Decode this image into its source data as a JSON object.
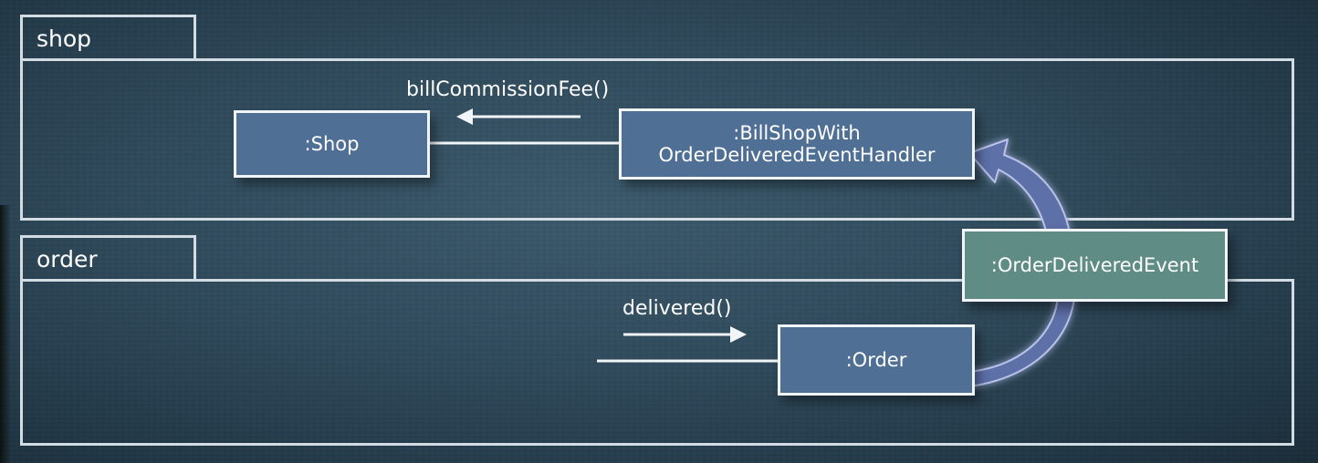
{
  "packages": {
    "shop": {
      "label": "shop"
    },
    "order": {
      "label": "order"
    }
  },
  "objects": {
    "shop": {
      "label": ":Shop"
    },
    "handler": {
      "line1": ":BillShopWith",
      "line2": "OrderDeliveredEventHandler"
    },
    "order": {
      "label": ":Order"
    },
    "event": {
      "label": ":OrderDeliveredEvent"
    }
  },
  "messages": {
    "bill_commission_fee": "billCommissionFee()",
    "delivered": "delivered()"
  },
  "colors": {
    "background": "#2f4a5b",
    "object_fill": "#4f6f95",
    "event_fill": "#5f8d85",
    "event_arrow": "#5d6fa8",
    "outline": "#f2f5f8"
  }
}
